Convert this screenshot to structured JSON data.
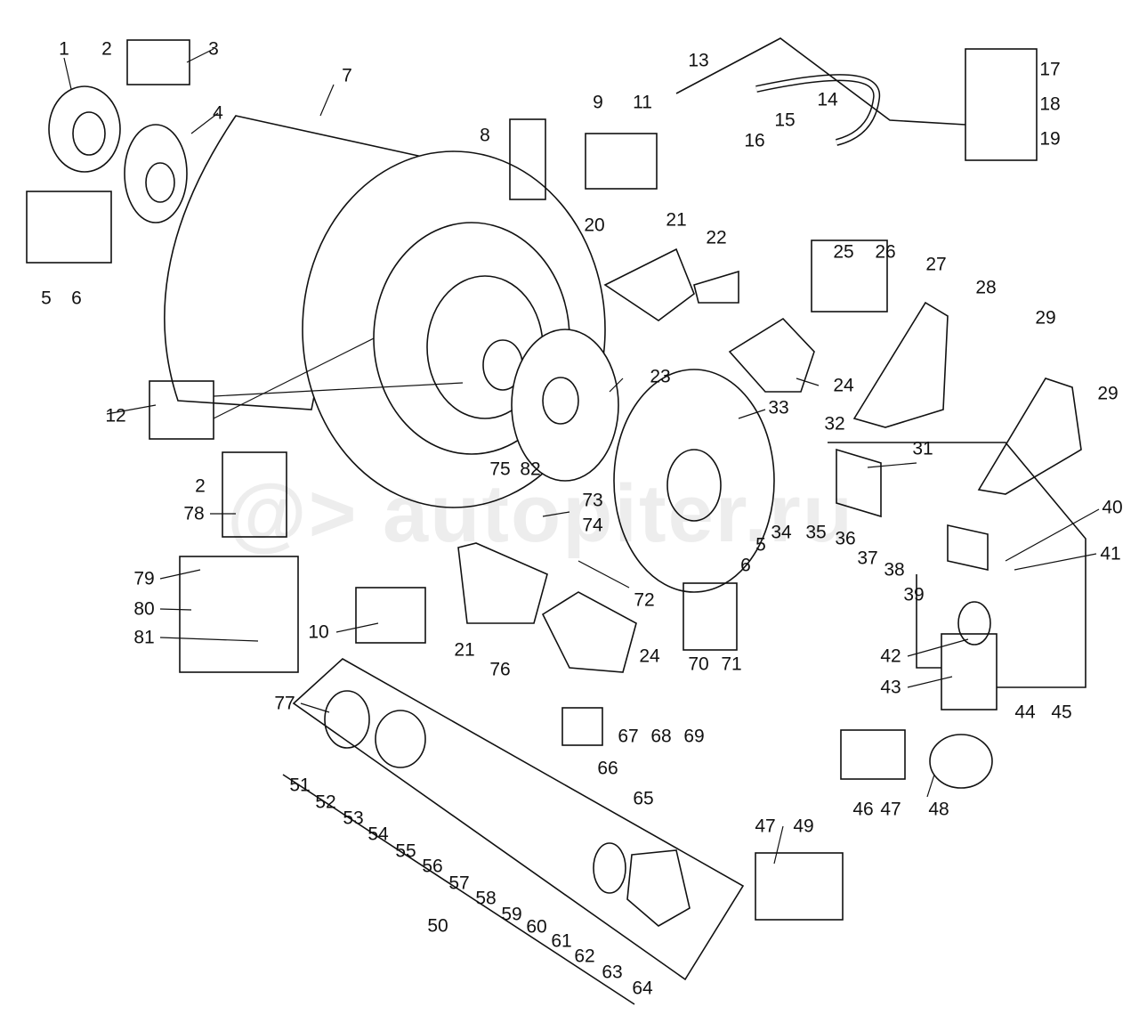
{
  "watermark": "autopiter.ru",
  "callouts": [
    "1",
    "2",
    "3",
    "4",
    "5",
    "6",
    "7",
    "8",
    "9",
    "11",
    "13",
    "14",
    "15",
    "16",
    "17",
    "18",
    "19",
    "20",
    "21",
    "22",
    "25",
    "26",
    "27",
    "28",
    "29",
    "29",
    "23",
    "24",
    "12",
    "33",
    "32",
    "31",
    "75",
    "82",
    "2",
    "78",
    "73",
    "74",
    "34",
    "35",
    "36",
    "37",
    "38",
    "39",
    "40",
    "41",
    "5",
    "6",
    "79",
    "80",
    "81",
    "10",
    "21",
    "72",
    "76",
    "24",
    "70",
    "71",
    "42",
    "43",
    "44",
    "45",
    "77",
    "67",
    "68",
    "69",
    "66",
    "51",
    "52",
    "53",
    "54",
    "55",
    "56",
    "57",
    "58",
    "59",
    "60",
    "61",
    "62",
    "63",
    "64",
    "50",
    "65",
    "47",
    "49",
    "46",
    "47",
    "48"
  ]
}
